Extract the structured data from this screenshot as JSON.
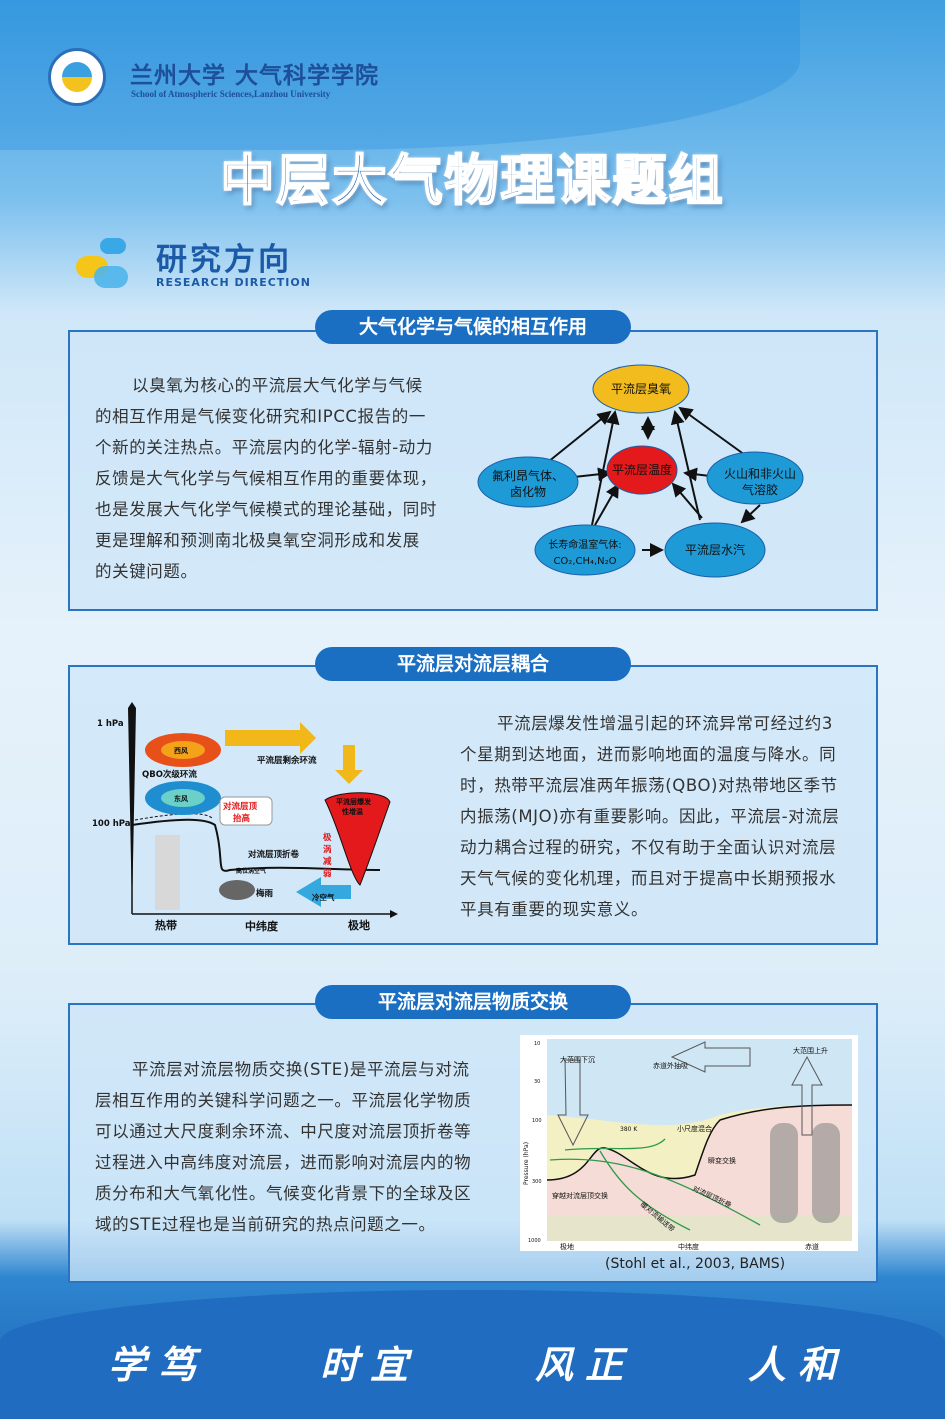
{
  "header": {
    "school_cn": "兰州大学 大气科学学院",
    "school_en": "School of Atmospheric Sciences,Lanzhou University",
    "title": "中层大气物理课题组"
  },
  "direction": {
    "title_cn": "研究方向",
    "title_en": "RESEARCH DIRECTION"
  },
  "sections": [
    {
      "title": "大气化学与气候的相互作用",
      "lines": [
        "以臭氧为核心的平流层大气化学与气候",
        "的相互作用是气候变化研究和IPCC报告的一",
        "个新的关注热点。平流层内的化学-辐射-动力",
        "反馈是大气化学与气候相互作用的重要体现，",
        "也是发展大气化学气候模式的理论基础，同时",
        "更是理解和预测南北极臭氧空洞形成和发展",
        "的关键问题。"
      ],
      "diagram": {
        "ozone": "平流层臭氧",
        "temp": "平流层温度",
        "cfc1": "氟利昂气体、",
        "cfc2": "卤化物",
        "volc1": "火山和非火山",
        "volc2": "气溶胶",
        "ghg1": "长寿命温室气体:",
        "ghg2": "CO₂,CH₄,N₂O",
        "water": "平流层水汽",
        "colors": {
          "ozone": "#f2bb1e",
          "temp": "#e3191c",
          "other": "#1e9ad6"
        }
      }
    },
    {
      "title": "平流层对流层耦合",
      "lines": [
        "平流层爆发性增温引起的环流异常可经过约3",
        "个星期到达地面，进而影响地面的温度与降水。同",
        "时，热带平流层准两年振荡(QBO)对热带地区季节",
        "内振荡(MJO)亦有重要影响。因此，平流层-对流层",
        "动力耦合过程的研究，不仅有助于全面认识对流层",
        "天气气候的变化机理，而且对于提高中长期预报水",
        "平具有重要的现实意义。"
      ],
      "figure": {
        "p1": "1 hPa",
        "p100": "100 hPa",
        "west": "西风",
        "east": "东风",
        "qbo": "QBO次级环流",
        "residual": "平流层剩余环流",
        "tropo_rise1": "对流层顶",
        "tropo_rise2": "抬高",
        "ssw1": "平流层爆发",
        "ssw2": "性增温",
        "vortex": [
          "极",
          "涡",
          "减",
          "弱"
        ],
        "fold": "对流层顶折卷",
        "high_pv": "高位涡空气",
        "meiyu": "梅雨",
        "cold_air": "冷空气",
        "x_tropics": "热带",
        "x_mid": "中纬度",
        "x_polar": "极地"
      }
    },
    {
      "title": "平流层对流层物质交换",
      "lines": [
        "平流层对流层物质交换(STE)是平流层与对流",
        "层相互作用的关键科学问题之一。平流层化学物质",
        "可以通过大尺度剩余环流、中尺度对流层顶折卷等",
        "过程进入中高纬度对流层，进而影响对流层内的物",
        "质分布和大气氧化性。气候变化背景下的全球及区",
        "域的STE过程也是当前研究的热点问题之一。"
      ],
      "figure": {
        "ylabel": "Pressure (hPa)",
        "yticks": [
          "10",
          "30",
          "100",
          "300",
          "1000"
        ],
        "descent": "大范围下沉",
        "pump": "赤道外抽吸",
        "ascent": "大范围上升",
        "theta": "380 K",
        "mixing": "小尺度混合",
        "transient": "瞬变交换",
        "cross": "穿越对流层顶交换",
        "wcb": "暖对流输送带",
        "fold": "对流层顶折卷",
        "x_polar": "极地",
        "x_mid": "中纬度",
        "x_eq": "赤道"
      },
      "caption": "(Stohl et al., 2003, BAMS)"
    }
  ],
  "footer": {
    "slogans": [
      "学笃",
      "时宜",
      "风正",
      "人和"
    ]
  }
}
